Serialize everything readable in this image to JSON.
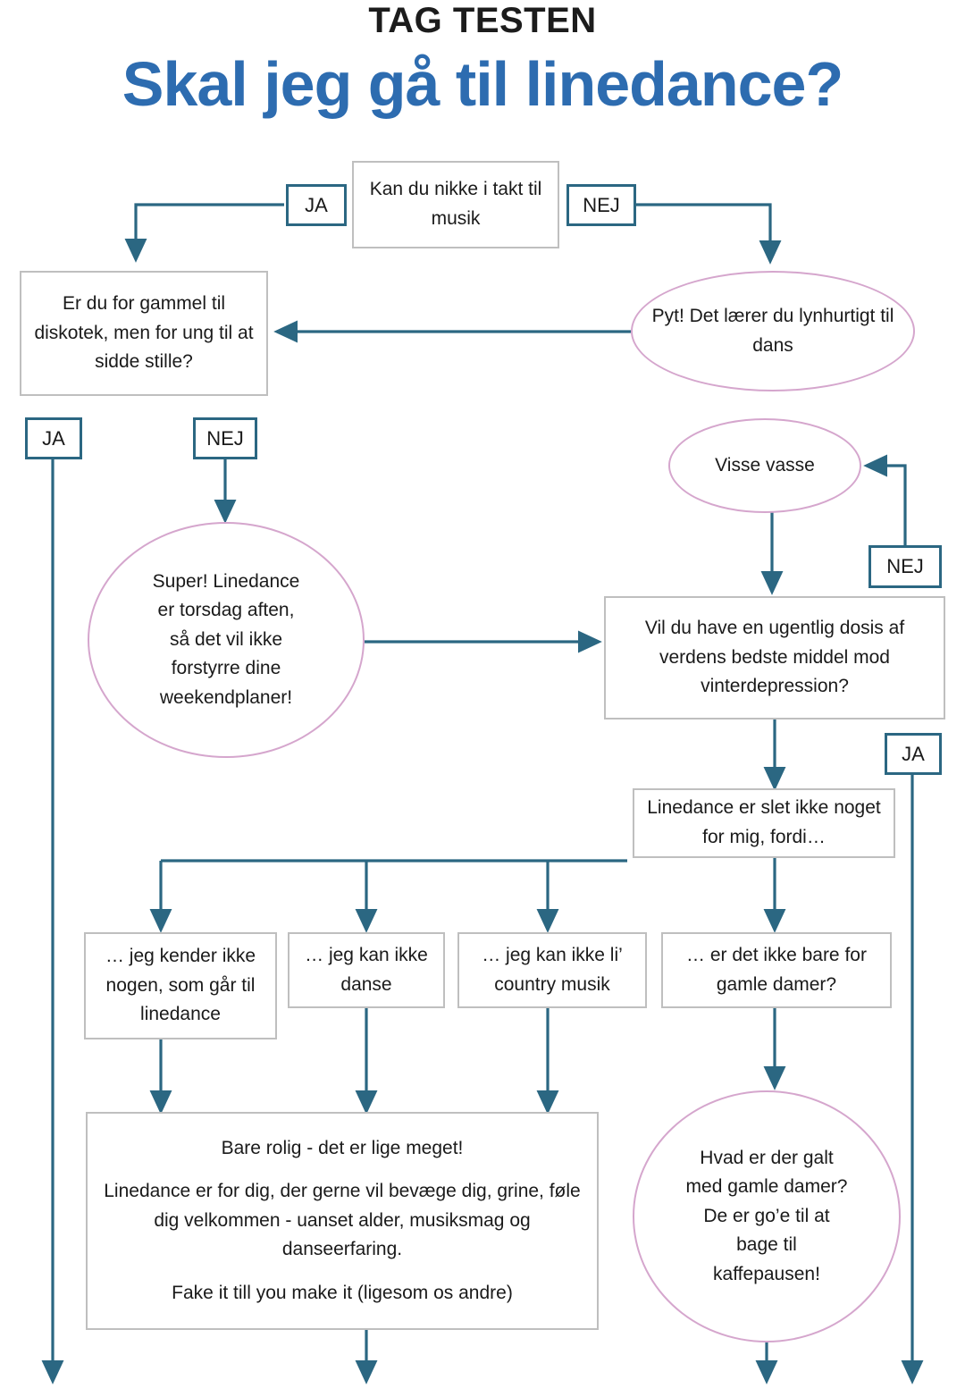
{
  "header": {
    "kicker": "TAG TESTEN",
    "title": "Skal jeg gå til linedance?"
  },
  "colors": {
    "title_blue": "#2d6cb0",
    "connector_teal": "#2b6782",
    "rect_border_gray": "#bfbfbf",
    "oval_border_pink": "#d5a6cd",
    "background": "#ffffff",
    "text": "#1a1a1a"
  },
  "labels": {
    "ja": "JA",
    "nej": "NEJ"
  },
  "nodes": {
    "q_nikke": "Kan du nikke i takt til musik",
    "q_gammel": "Er du for gammel til diskotek, men for ung til at sidde stille?",
    "o_pyt": "Pyt! Det lærer du lynhurtigt til dans",
    "o_visse": "Visse vasse",
    "o_super_l1": "Super! Linedance",
    "o_super_l2": "er torsdag aften,",
    "o_super_l3": "så det vil ikke",
    "o_super_l4": "forstyrre dine",
    "o_super_l5": "weekendplaner!",
    "q_vinter": "Vil du have en ugentlig dosis af verdens bedste middel mod vinterdepression?",
    "q_slet": "Linedance er slet ikke noget for mig, fordi…",
    "r_kender": "… jeg kender ikke nogen, som går til linedance",
    "r_danse": "… jeg kan ikke danse",
    "r_country": "… jeg kan ikke li’ country musik",
    "r_damer": "… er det ikke bare for gamle damer?",
    "final_p1": "Bare rolig - det er lige meget!",
    "final_p2": "Linedance er for dig, der gerne vil bevæge dig, grine, føle dig velkommen - uanset alder, musiksmag og danseerfaring.",
    "final_p3": "Fake it till you make it (ligesom os andre)",
    "o_damer_l1": "Hvad er der galt",
    "o_damer_l2": "med gamle damer?",
    "o_damer_l3": "De er go’e til at",
    "o_damer_l4": "bage til",
    "o_damer_l5": "kaffepausen!"
  },
  "chips": [
    {
      "id": "chip-ja-nikke",
      "label": "JA"
    },
    {
      "id": "chip-nej-nikke",
      "label": "NEJ"
    },
    {
      "id": "chip-ja-gammel",
      "label": "JA"
    },
    {
      "id": "chip-nej-gammel",
      "label": "NEJ"
    },
    {
      "id": "chip-nej-vinter",
      "label": "NEJ"
    },
    {
      "id": "chip-ja-vinter",
      "label": "JA"
    }
  ]
}
